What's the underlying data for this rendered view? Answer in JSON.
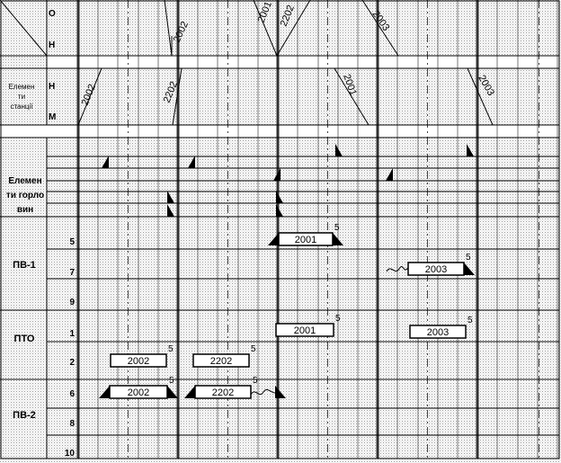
{
  "header": {
    "top_rows": [
      "О",
      "Н"
    ],
    "bottom_rows": [
      "Н",
      "М"
    ],
    "stations_label_lines": [
      "Елемен",
      "ти",
      "станції"
    ]
  },
  "sections": {
    "throat": {
      "label_lines": [
        "Елемен",
        "ти горло",
        "вин"
      ]
    },
    "pv1": {
      "label": "ПВ-1",
      "tracks": [
        "5",
        "7",
        "9"
      ]
    },
    "pto": {
      "label": "ПТО",
      "tracks": [
        "1",
        "2"
      ]
    },
    "pv2": {
      "label": "ПВ-2",
      "tracks": [
        "6",
        "8",
        "10"
      ]
    }
  },
  "train_lines": [
    {
      "label": "2002",
      "row": "top"
    },
    {
      "label": "2001",
      "row": "top"
    },
    {
      "label": "2202",
      "row": "top"
    },
    {
      "label": "2003",
      "row": "top"
    },
    {
      "label": "2002",
      "row": "bottom"
    },
    {
      "label": "2202",
      "row": "bottom"
    },
    {
      "label": "2001",
      "row": "bottom"
    },
    {
      "label": "2003",
      "row": "bottom"
    }
  ],
  "occupancy_bars": [
    {
      "train": "2001",
      "track": "5",
      "section": "ПВ-1",
      "minutes_mark": "5"
    },
    {
      "train": "2003",
      "track": "7",
      "section": "ПВ-1",
      "minutes_mark": "5"
    },
    {
      "train": "2001",
      "track": "1",
      "section": "ПТО",
      "minutes_mark": "5"
    },
    {
      "train": "2003",
      "track": "1",
      "section": "ПТО",
      "minutes_mark": "5"
    },
    {
      "train": "2002",
      "track": "2",
      "section": "ПТО",
      "minutes_mark": "5"
    },
    {
      "train": "2202",
      "track": "2",
      "section": "ПТО",
      "minutes_mark": "5"
    },
    {
      "train": "2002",
      "track": "6",
      "section": "ПВ-2",
      "minutes_mark": "5"
    },
    {
      "train": "2202",
      "track": "6",
      "section": "ПВ-2",
      "minutes_mark": "5"
    }
  ]
}
